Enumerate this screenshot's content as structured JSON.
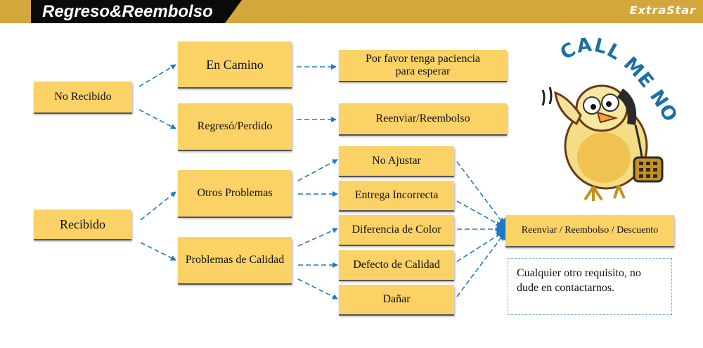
{
  "header": {
    "title": "Regreso&Reembolso",
    "brand": "ExtraStar"
  },
  "flow": {
    "no_recibido": "No Recibido",
    "recibido": "Recibido",
    "en_camino": "En Camino",
    "regreso_perdido": "Regresó/Perdido",
    "otros_problemas": "Otros Problemas",
    "problemas_calidad": "Problemas de Calidad",
    "paciencia_line1": "Por favor tenga paciencia",
    "paciencia_line2": "para esperar",
    "reenviar_reembolso": "Reenviar/Reembolso",
    "no_ajustar": "No Ajustar",
    "entrega_incorrecta": "Entrega Incorrecta",
    "diferencia_color": "Diferencia de Color",
    "defecto_calidad": "Defecto de Calidad",
    "danar": "Dañar",
    "final_action": "Reenviar / Reembolso / Descuento"
  },
  "note": {
    "line1": "Cualquier otro requisito, no",
    "line2": "dude en contactarnos."
  },
  "mascot": {
    "text": "CALL ME NOW"
  },
  "colors": {
    "box_fill": "#fbd266",
    "header": "#d4a73d",
    "arrow": "#1f78c8",
    "title_tab": "#0b0b0b"
  }
}
